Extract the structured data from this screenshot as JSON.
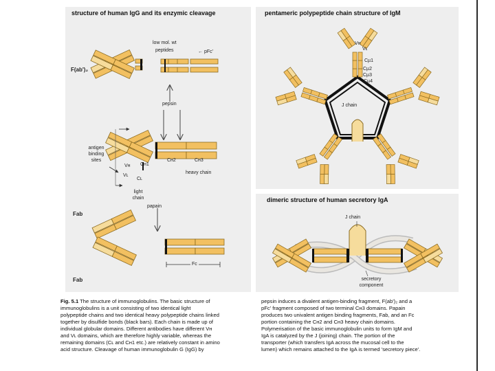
{
  "panels": {
    "igg_title": "structure of human IgG and its enzymic cleavage",
    "igm_title": "pentameric polypeptide chain structure of IgM",
    "iga_title": "dimeric structure of human secretory IgA"
  },
  "igg_labels": {
    "low_mol_wt": "low mol. wt",
    "peptides": "peptides",
    "pfc": "← pFc'",
    "fab2": "F(ab')₂",
    "pepsin": "pepsin",
    "antigen": "antigen",
    "binding": "binding",
    "sites": "sites",
    "vh": "Vʜ",
    "ch1": "Cʜ1",
    "ch2": "Cʜ2",
    "ch3": "Cʜ3",
    "vl": "Vʟ",
    "cl": "Cʟ",
    "heavy_chain": "heavy chain",
    "light": "light",
    "chain": "chain",
    "papain": "papain",
    "fab_top": "Fab",
    "fab_bottom": "Fab",
    "fc": "Fc"
  },
  "igm_labels": {
    "vh": "Vʜ",
    "vl": "Vʟ",
    "cu1": "Cµ1",
    "cu2": "Cµ2",
    "cu3": "Cµ3",
    "cu4": "Cµ4",
    "j_chain": "J chain"
  },
  "iga_labels": {
    "j_chain": "J chain",
    "secretory": "secretory",
    "component": "component"
  },
  "caption": {
    "fig": "Fig. 5.1",
    "title": "The structure of immunoglobulins.",
    "left": [
      "The basic structure of",
      "immunoglobulins is a unit consisting of two identical light",
      "polypeptide chains and two identical heavy polypeptide chains linked",
      "together by disulfide bonds (black bars). Each chain is made up of",
      "individual globular domains. Different antibodies have different Vʜ",
      "and Vʟ domains, which are therefore highly variable, whereas the",
      "remaining domains (Cʟ and Cʜ1 etc.) are relatively constant in amino",
      "acid structure. Cleavage of human immunoglobulin G (IgG) by"
    ],
    "right": [
      "pepsin induces a divalent antigen-binding fragment, F(ab')₂ and a",
      "pFc' fragment composed of two terminal Cʜ3 domains. Papain",
      "produces two univalent antigen binding fragments, Fab, and an Fc",
      "portion containing the Cʜ2 and Cʜ3 heavy chain domains.",
      "Polymerisation of the basic immunoglobulin units to form IgM and",
      "IgA is catalyzed by the J (joining) chain. The portion of the",
      "transporter (which transfers IgA across the mucosal cell to the",
      "lumen) which remains attached to the IgA is termed 'secretory piece'."
    ]
  },
  "colors": {
    "domain_fill": "#f2c061",
    "domain_light": "#f6dc9c",
    "domain_stroke": "#8a6a20",
    "disulfide": "#111111",
    "panel_bg": "#eeeeee",
    "secretory_fill": "#e9e6e0"
  }
}
